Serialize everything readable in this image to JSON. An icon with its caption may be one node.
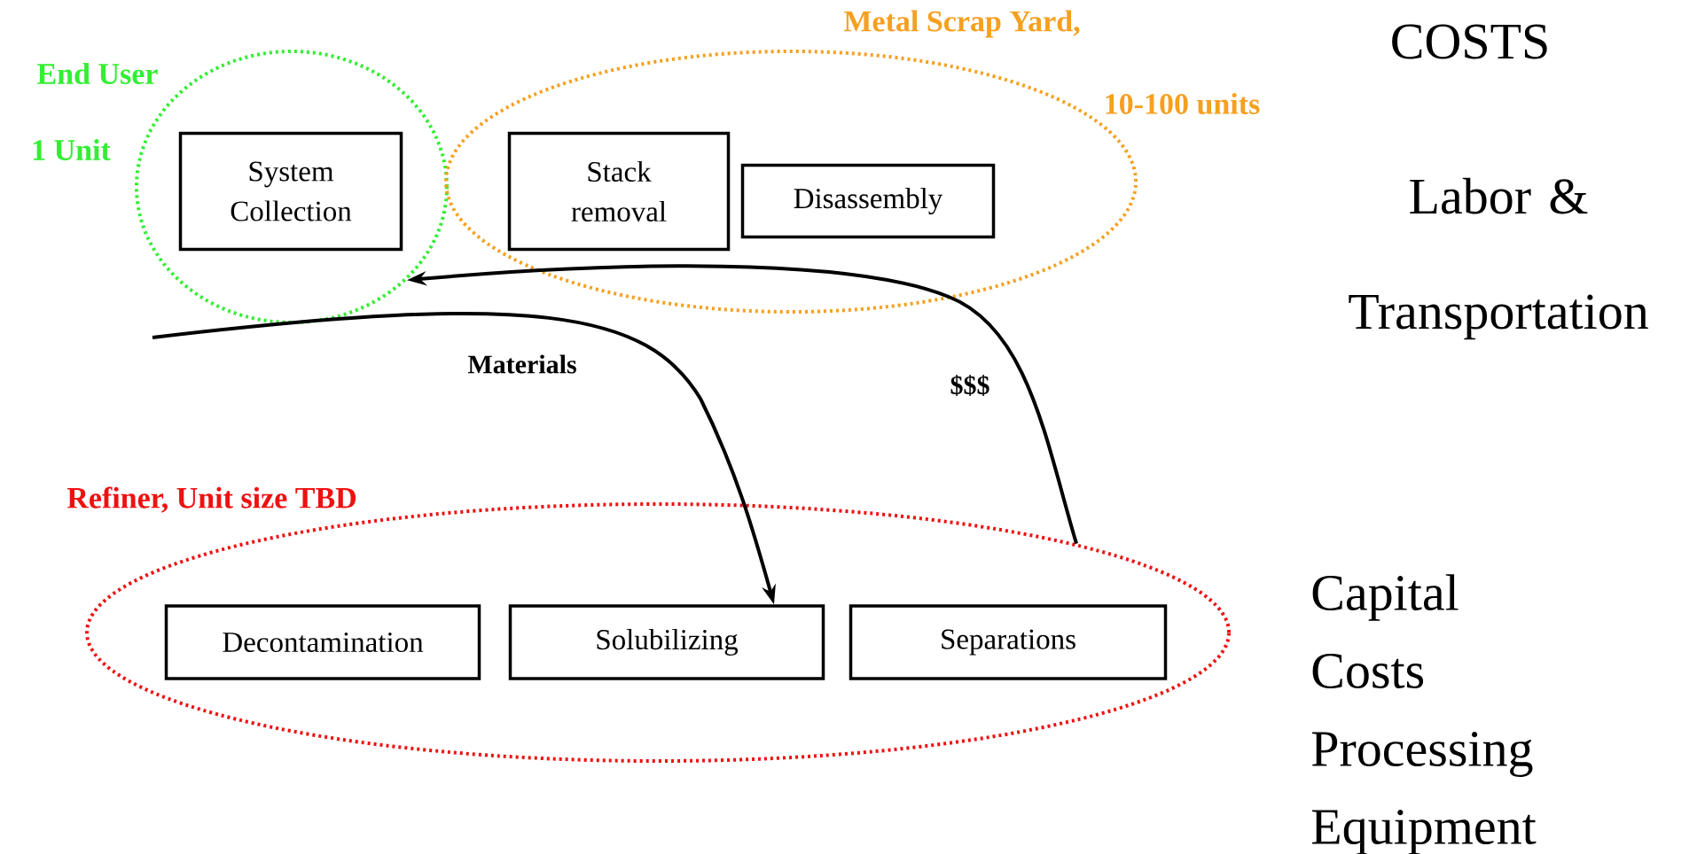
{
  "diagram": {
    "nodes": [
      {
        "text": [
          "End User",
          "1 Unit"
        ]
      },
      {
        "text": [
          "System Collection"
        ],
        "in": 0
      },
      {
        "text": [
          "Metal Scrap Yard,",
          "10-100 units"
        ]
      },
      {
        "text": [
          "Stack removal"
        ],
        "in": 2
      },
      {
        "text": [
          "Disassembly"
        ],
        "in": 2
      },
      {
        "text": [
          "Refiner, Unit size TBD"
        ]
      },
      {
        "text": [
          "Decontamination"
        ],
        "in": 5
      },
      {
        "text": [
          "Solubilizing"
        ],
        "in": 5
      },
      {
        "text": [
          "Separations"
        ],
        "in": 5
      }
    ],
    "edges": [
      {
        "from": null,
        "to": 7,
        "arrow": "to",
        "label": "Materials"
      },
      {
        "from": 5,
        "to": 0,
        "arrow": "to",
        "label": "$$$"
      }
    ],
    "labels": [
      "COSTS",
      "Labor & Transportation",
      "Capital Costs Processing Equipment"
    ]
  }
}
